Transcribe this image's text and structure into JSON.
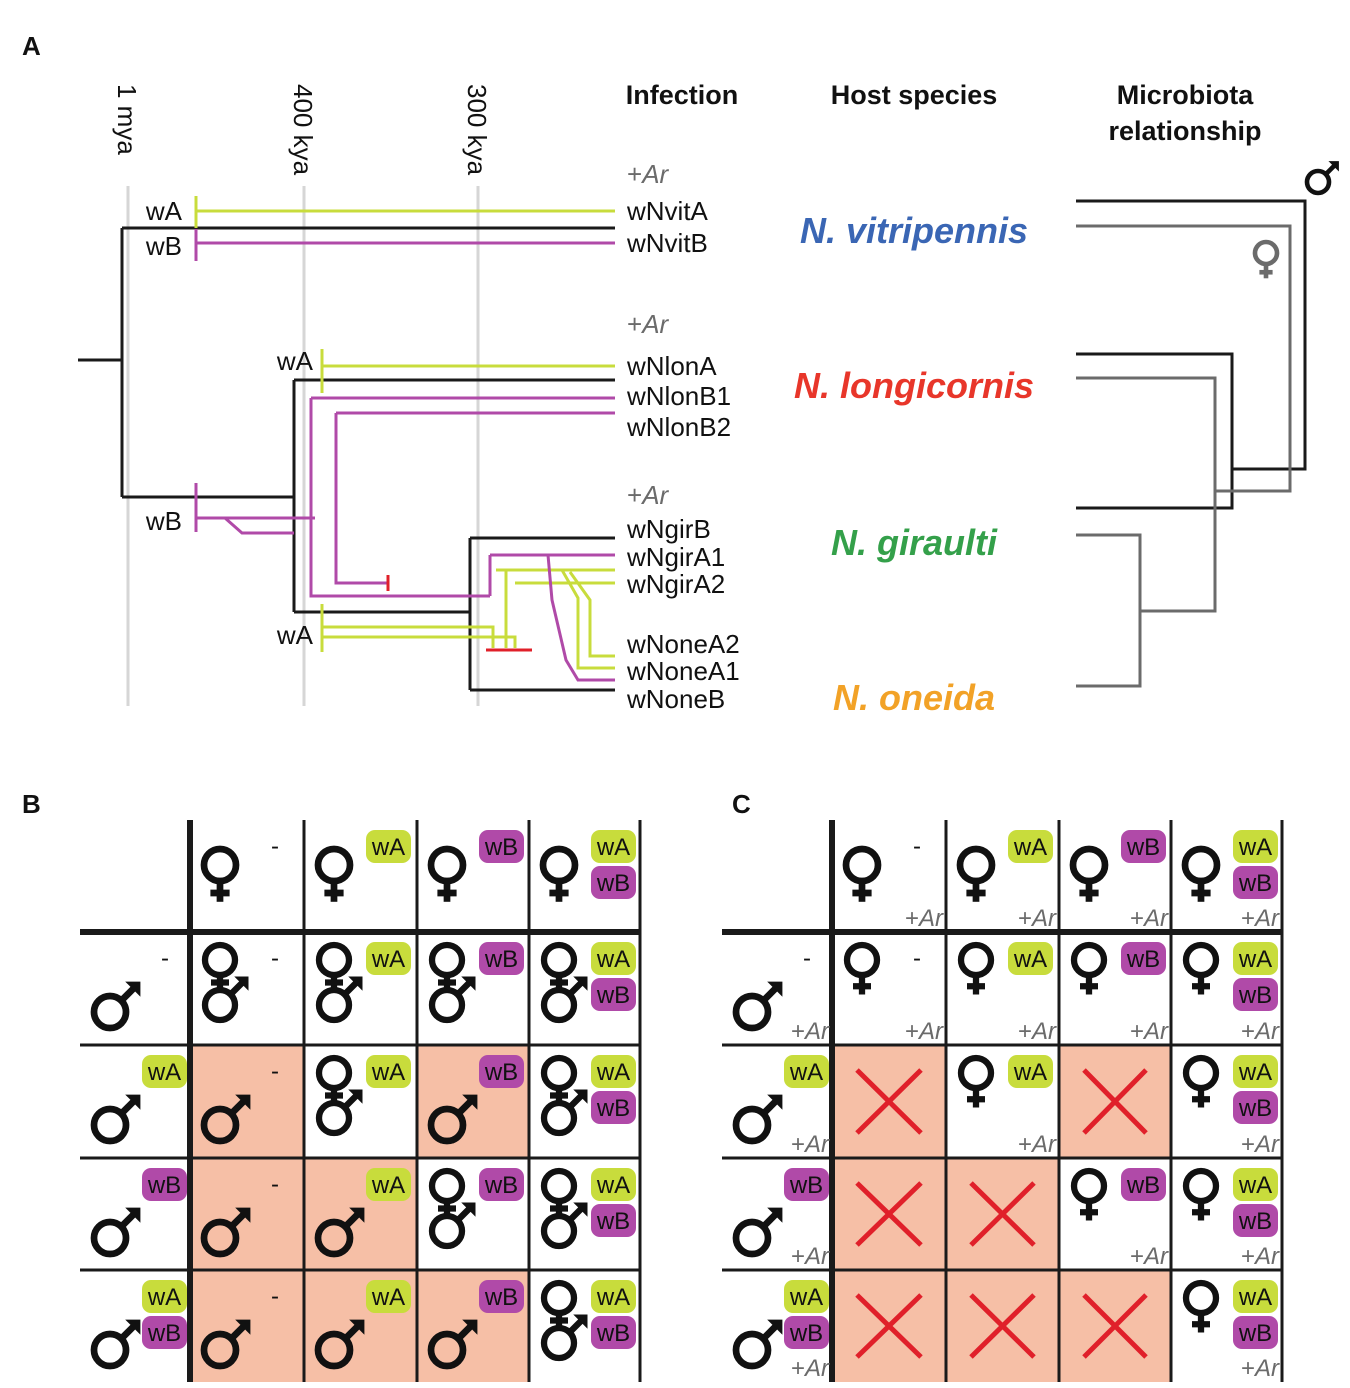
{
  "colors": {
    "wA": "#c8dc3c",
    "wB": "#b04aa8",
    "host_line": "#1a1a1a",
    "micro_dark": "#1a1a1a",
    "micro_gray": "#6b6b6b",
    "timeline": "#d6d6d6",
    "cell_incompatible": "#f6bfa6",
    "cross": "#e0202a",
    "ar_text": "#6b6b6b",
    "vitripennis": "#3a66b4",
    "longicornis": "#e8362a",
    "giraulti": "#34a04a",
    "oneida": "#f2a227"
  },
  "panels": {
    "a": "A",
    "b": "B",
    "c": "C"
  },
  "timeline": [
    "1 mya",
    "400 kya",
    "300 kya"
  ],
  "headers": {
    "infection": "Infection",
    "host": "Host species",
    "micro_1": "Microbiota",
    "micro_2": "relationship"
  },
  "ar": {
    "plus": "+",
    "name": "Ar"
  },
  "wolbachia_nodes": [
    "wA",
    "wB",
    "wA",
    "wB",
    "wA"
  ],
  "strains": [
    "wNvitA",
    "wNvitB",
    "wNlonA",
    "wNlonB1",
    "wNlonB2",
    "wNgirB",
    "wNgirA1",
    "wNgirA2",
    "wNoneA2",
    "wNoneA1",
    "wNoneB"
  ],
  "species": [
    "N. vitripennis",
    "N. longicornis",
    "N. giraulti",
    "N. oneida"
  ],
  "sex_icons": {
    "male": "male-symbol-icon",
    "female": "female-symbol-icon",
    "hermaphrodite": "female-and-male-offspring-icon"
  },
  "grid": {
    "none_label": "-",
    "infection_labels": {
      "wA": "wA",
      "wB": "wB"
    },
    "header_states": [
      [
        "-"
      ],
      [
        "wA"
      ],
      [
        "wB"
      ],
      [
        "wA",
        "wB"
      ]
    ],
    "panel_b_outcomes": [
      [
        "both",
        "both",
        "both",
        "both"
      ],
      [
        "male",
        "both",
        "male",
        "both"
      ],
      [
        "male",
        "male",
        "both",
        "both"
      ],
      [
        "male",
        "male",
        "male",
        "both"
      ]
    ],
    "panel_c_outcomes": [
      [
        "female",
        "female",
        "female",
        "female"
      ],
      [
        "cross",
        "female",
        "cross",
        "female"
      ],
      [
        "cross",
        "cross",
        "female",
        "female"
      ],
      [
        "cross",
        "cross",
        "cross",
        "female"
      ]
    ]
  }
}
